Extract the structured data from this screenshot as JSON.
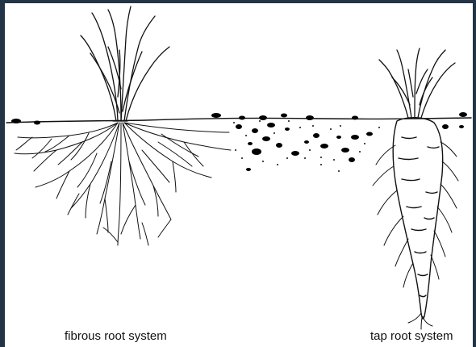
{
  "labels": {
    "fibrous": "fibrous root system",
    "tap": "tap root system"
  },
  "colors": {
    "ink": "#111111",
    "background": "#ffffff",
    "frame": "#243447"
  },
  "illustrations": {
    "left": "fibrous-root-plant",
    "right": "carrot-tap-root"
  }
}
